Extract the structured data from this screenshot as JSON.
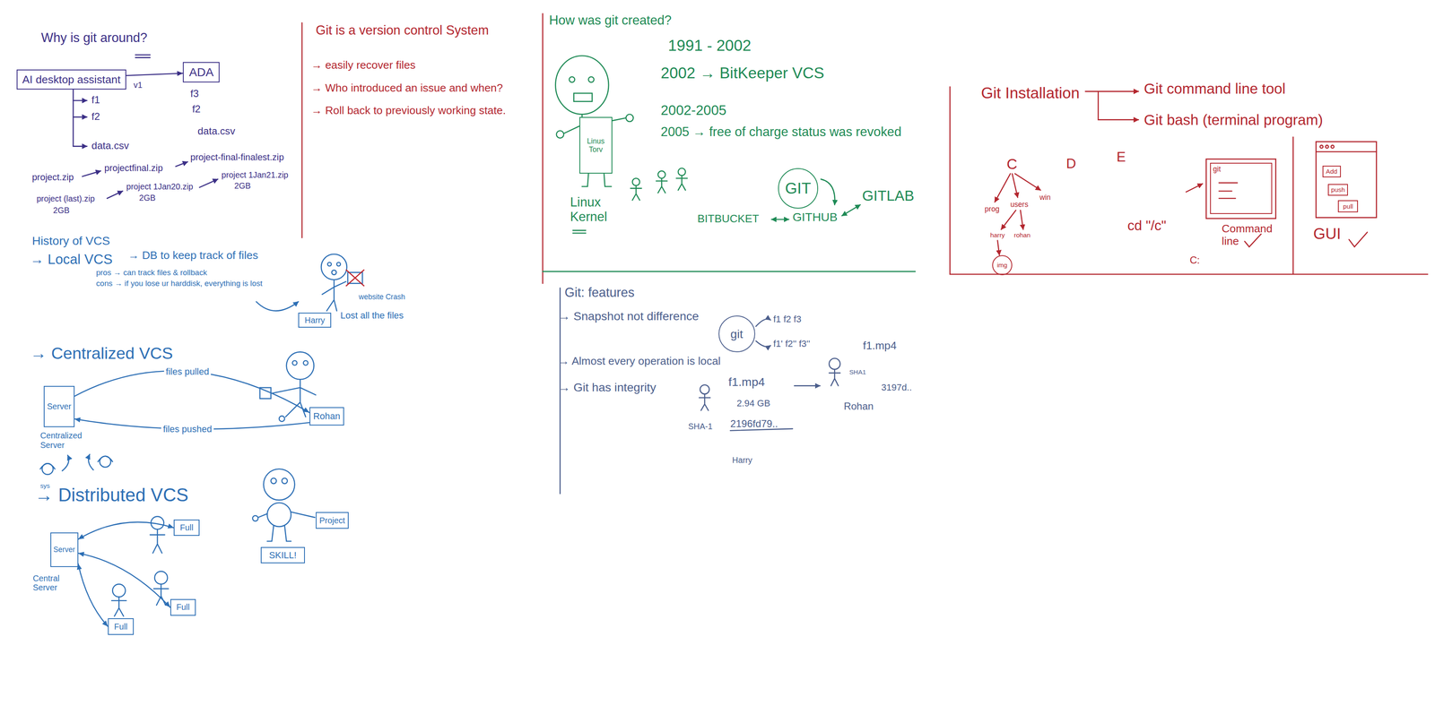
{
  "diagram": {
    "nodes": [
      {
        "text": [
          "AI desktop assistant"
        ]
      },
      {
        "text": [
          "ADA"
        ]
      },
      {
        "text": [
          "Linus Torv"
        ]
      },
      {
        "text": [
          "GIT"
        ]
      },
      {
        "text": [
          "Harry"
        ]
      },
      {
        "text": [
          "Server"
        ]
      },
      {
        "text": [
          "Rohan"
        ]
      },
      {
        "text": [
          "Server"
        ]
      },
      {
        "text": [
          "Full"
        ]
      },
      {
        "text": [
          "Full"
        ]
      },
      {
        "text": [
          "Full"
        ]
      },
      {
        "text": [
          "Project"
        ]
      },
      {
        "text": [
          "SKILL!"
        ]
      },
      {
        "text": [
          "git"
        ]
      },
      {
        "text": [
          "img"
        ]
      },
      {
        "text": [
          "git"
        ]
      },
      {
        "text": [
          "Add"
        ]
      },
      {
        "text": [
          "push"
        ]
      },
      {
        "text": [
          "pull"
        ]
      }
    ],
    "edges": [
      {
        "from": 0,
        "to": 1,
        "arrow": "to"
      },
      {
        "from": 5,
        "to": 6,
        "label": "files pulled",
        "arrow": "to"
      },
      {
        "from": 6,
        "to": 5,
        "label": "files pushed",
        "arrow": "to"
      },
      {
        "from": 7,
        "to": 8,
        "arrow": "both"
      },
      {
        "from": 7,
        "to": 9,
        "arrow": "both"
      },
      {
        "from": 7,
        "to": 10,
        "arrow": "both"
      }
    ],
    "labels": [
      "Why is git around?",
      "v1",
      "f1",
      "f2",
      "data.csv",
      "f3",
      "f2",
      "data.csv",
      "project.zip",
      "projectfinal.zip",
      "project-final-finalest.zip",
      "project (last).zip",
      "project 1Jan20.zip",
      "project 1Jan21.zip",
      "2GB",
      "2GB",
      "2GB",
      "Git is a version control System",
      "→ easily recover files",
      "→ Who introduced an issue and when?",
      "→ Roll back to previously working state.",
      "How was git created?",
      "Linux Kernel",
      "1991 - 2002",
      "2002 → BitKeeper VCS",
      "2002-2005",
      "2005 → free of charge status was revoked",
      "BITBUCKET",
      "GITHUB",
      "GITLAB",
      "History of VCS",
      "→ Local VCS",
      "→ DB to keep track of files",
      "pros → can track files & rollback",
      "cons → if you lose ur harddisk, everything is lost",
      "website Crash",
      "Lost all the files",
      "→ Centralized VCS",
      "Centralized Server",
      "sys",
      "→ Distributed VCS",
      "Central Server",
      "Git: features",
      "→ Snapshot not difference",
      "f1 f2 f3",
      "f1' f2'' f3''",
      "→ Almost every operation is local",
      "→ Git has integrity",
      "f1.mp4",
      "2.94 GB",
      "2196fd79..",
      "SHA-1",
      "Harry",
      "SHA1",
      "f1.mp4",
      "Rohan",
      "3197d..",
      "Git Installation",
      "Git command line tool",
      "Git bash (terminal program)",
      "C",
      "D",
      "E",
      "prog",
      "users",
      "win",
      "harry",
      "rohan",
      "cd \"/c\"",
      "C:",
      "Command line",
      "GUI"
    ]
  }
}
